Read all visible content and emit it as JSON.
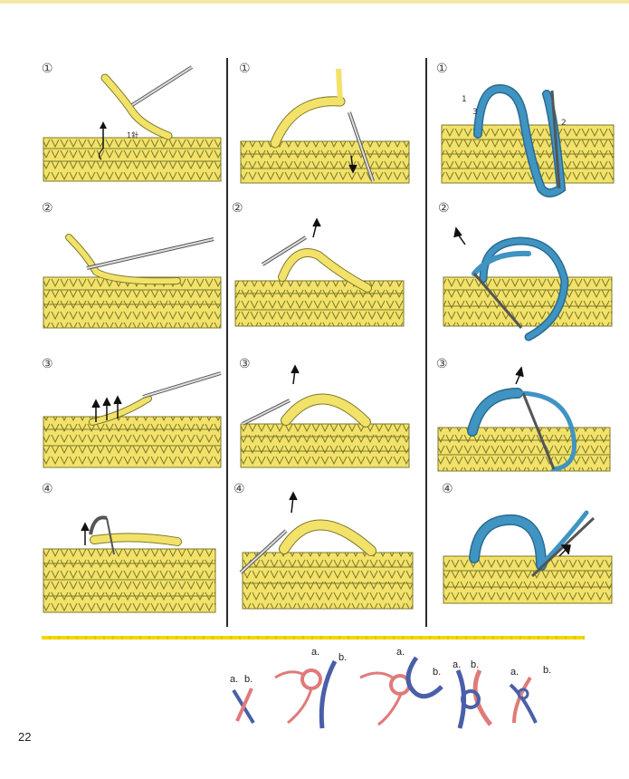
{
  "columns": [
    {
      "steps": [
        "①",
        "②",
        "③",
        "④"
      ],
      "annotation": "1針"
    },
    {
      "steps": [
        "①",
        "②",
        "③",
        "④"
      ]
    },
    {
      "steps": [
        "①",
        "②",
        "③",
        "④"
      ],
      "annotations": [
        "1",
        "3",
        "2"
      ]
    }
  ],
  "knot_labels": [
    "a.",
    "b.",
    "a.",
    "b.",
    "a.",
    "b.",
    "a.",
    "b.",
    "a.",
    "b."
  ],
  "page_number": "22",
  "colors": {
    "yarn_yellow": "#f3e26a",
    "yarn_outline": "#7d7a2a",
    "yarn_blue": "#3f94c2",
    "knot_blue": "#4a5fa8",
    "knot_red": "#e07a7a",
    "rule_yellow": "#f2d800"
  }
}
